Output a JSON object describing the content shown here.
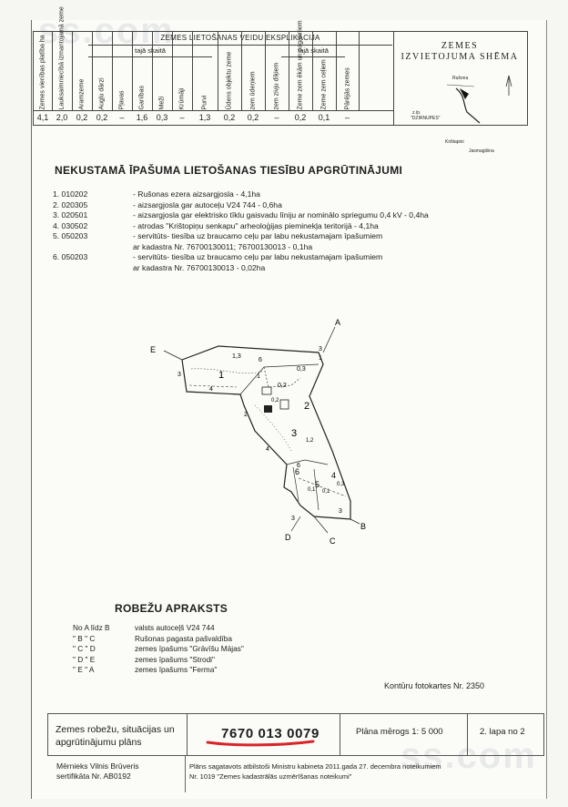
{
  "explication": {
    "header": "ZEMES LIETOŠANAS VEIDU EKSPLIKĀCIJA",
    "sub1": "tajā skaitā",
    "sub2": "tajā skaitā",
    "columns": [
      {
        "label": "Zemes vienības platība ha",
        "value": "4,1"
      },
      {
        "label": "Lauksaimniecībā izmantojamā zeme",
        "value": "2,0"
      },
      {
        "label": "Aramzeme",
        "value": "0,2"
      },
      {
        "label": "Augļu dārzi",
        "value": "0,2"
      },
      {
        "label": "Pļavas",
        "value": "–"
      },
      {
        "label": "Ganības",
        "value": "1,6"
      },
      {
        "label": "Meži",
        "value": "0,3"
      },
      {
        "label": "Krūmāji",
        "value": "–"
      },
      {
        "label": "Purvi",
        "value": "1,3"
      },
      {
        "label": "Ūdens objektu zeme",
        "value": "0,2"
      },
      {
        "label": "zem ūdeņiem",
        "value": "0,2"
      },
      {
        "label": "zem zivju dīķiem",
        "value": "–"
      },
      {
        "label": "Zeme zem ēkām un pagalmiem",
        "value": "0,2"
      },
      {
        "label": "Zeme zem ceļiem",
        "value": "0,1"
      },
      {
        "label": "Pārējās zemes",
        "value": "–"
      }
    ]
  },
  "scheme": {
    "title1": "ZEMES",
    "title2": "IZVIETOJUMA SHĒMA",
    "place1": "Rušona",
    "place2": "z.īp.",
    "place3": "\"DZIRNUPES\"",
    "place4": "Krištapini",
    "place5": "Jasmagišina"
  },
  "restrictions": {
    "title": "NEKUSTAMĀ ĪPAŠUMA LIETOŠANAS TIESĪBU APGRŪTINĀJUMI",
    "items": [
      {
        "code": "1. 010202",
        "text": "- Rušonas ezera aizsargjosla  - 4,1ha",
        "cont": ""
      },
      {
        "code": "2. 020305",
        "text": "- aizsargjosla gar autoceļu  V24 744  - 0,6ha",
        "cont": ""
      },
      {
        "code": "3. 020501",
        "text": "- aizsargjosla gar elektrisko tīklu gaisvadu līniju ar nominālo spriegumu 0,4 kV  - 0,4ha",
        "cont": ""
      },
      {
        "code": "4. 030502",
        "text": "- atrodas \"Krištopiņu senkapu\" arheoloģijas pieminekļa teritorijā  - 4,1ha",
        "cont": ""
      },
      {
        "code": "5. 050203",
        "text": "- servitūts- tiesība uz braucamo ceļu par labu nekustamajam īpašumiem",
        "cont": "ar kadastra Nr. 76700130011; 76700130013  - 0,1ha"
      },
      {
        "code": "6. 050203",
        "text": "- servitūts- tiesība uz braucamo ceļu par labu nekustamajam īpašumiem",
        "cont": "ar kadastra Nr. 76700130013  - 0,02ha"
      }
    ]
  },
  "plan": {
    "points": [
      "A",
      "B",
      "C",
      "D",
      "E"
    ],
    "areas": [
      "1",
      "2",
      "3",
      "4",
      "5",
      "6"
    ],
    "labels": [
      "1,3",
      "0,2",
      "0,2",
      "0,3",
      "1,2",
      "0,1",
      "0,1",
      "0,3",
      "6",
      "6",
      "3",
      "3",
      "4",
      "4",
      "3",
      "3",
      "2",
      "1",
      "1"
    ]
  },
  "boundary": {
    "title": "ROBEŽU APRAKSTS",
    "rows": [
      {
        "lbl": "No A  līdz B",
        "text": "valsts autoceļš V24 744"
      },
      {
        "lbl": "\"   B    \"   C",
        "text": "Rušonas pagasta pašvaldība"
      },
      {
        "lbl": "\"   C    \"   D",
        "text": "zemes īpašums \"Grāvīšu Mājas\""
      },
      {
        "lbl": "\"   D    \"   E",
        "text": "zemes īpašums \"Strodi\""
      },
      {
        "lbl": "\"   E    \"   A",
        "text": "zemes īpašums \"Ferma\""
      }
    ]
  },
  "foto": "Kontūru fotokartes Nr. 2350",
  "footer": {
    "left1": "Zemes robežu, situācijas un",
    "left2": "apgrūtinājumu plāns",
    "kadastrs": "7670 013 0079",
    "merogs": "Plāna mērogs 1: 5 000",
    "lapa": "2. lapa no 2",
    "sign1": "Mērnieks Vilnis Brūveris",
    "sign2": "sertifikāta Nr. AB0192",
    "note1": "Plāns sagatavots atbilstoši Ministru kabineta 2011.gada 27. decembra noteikumiem",
    "note2": "Nr. 1019 \"Zemes kadastrālās uzmērīšanas noteikumi\""
  },
  "colors": {
    "red_underline": "#d6262b"
  }
}
